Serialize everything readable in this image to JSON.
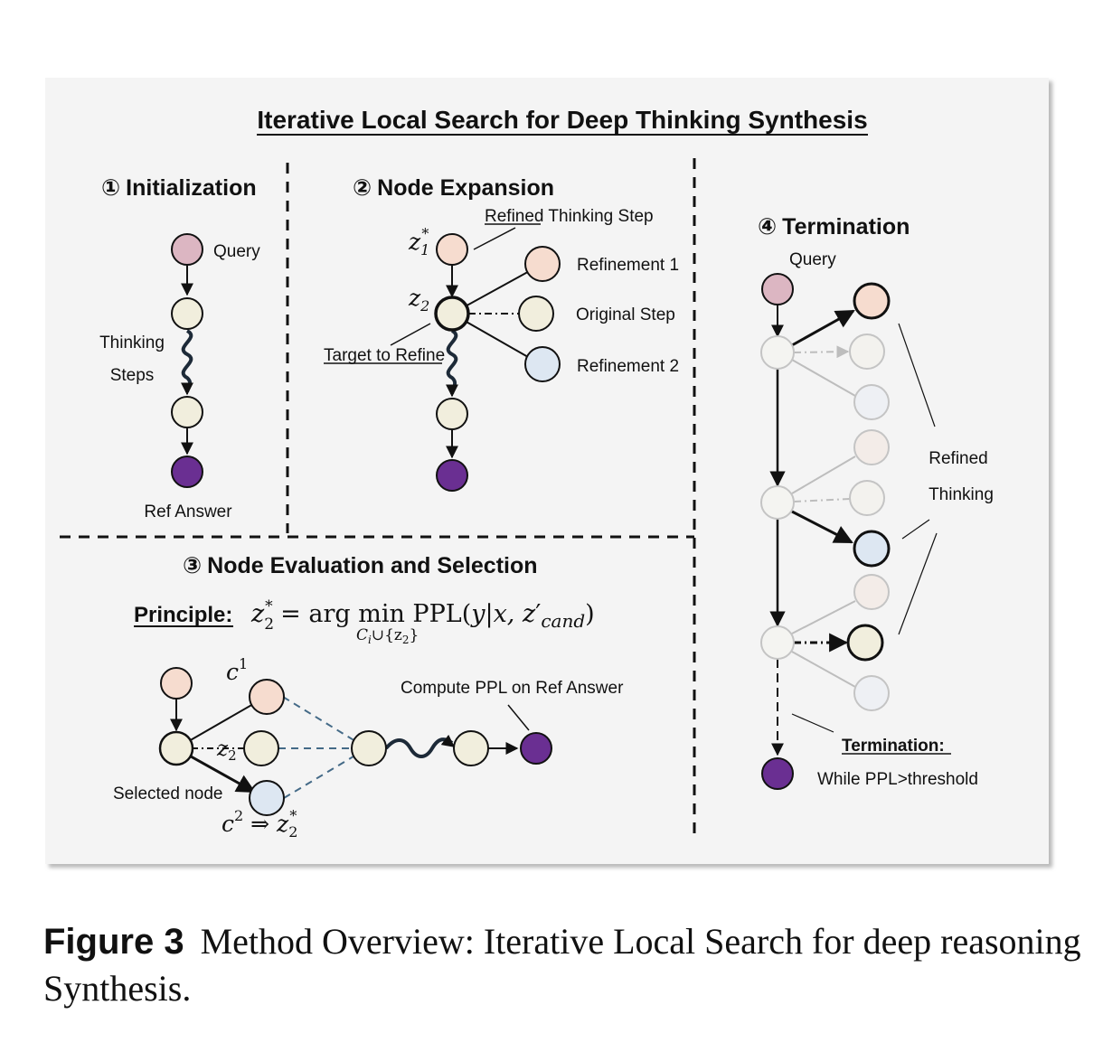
{
  "title": "Iterative Local Search for Deep Thinking Synthesis",
  "sections": {
    "s1": {
      "num": "①",
      "label": "Initialization"
    },
    "s2": {
      "num": "②",
      "label": "Node Expansion"
    },
    "s3": {
      "num": "③",
      "label": "Node Evaluation and Selection"
    },
    "s4": {
      "num": "④",
      "label": "Termination"
    }
  },
  "init": {
    "query": "Query",
    "thinking": "Thinking",
    "steps": "Steps",
    "ref_answer": "Ref Answer"
  },
  "expansion": {
    "refined_word": "Refined",
    "thinking_step": " Thinking Step",
    "z1_base": "z",
    "z1_sub": "1",
    "z1_sup": "*",
    "z2_base": "z",
    "z2_sub": "2",
    "refinement1": "Refinement 1",
    "original_step": "Original Step",
    "refinement2": "Refinement 2",
    "target_to_refine": "Target to Refine"
  },
  "evaluation": {
    "principle_label": "Principle:",
    "formula_lhs": "z",
    "formula_lhs_sub": "2",
    "formula_lhs_sup": "*",
    "formula_eq": " =  arg min PPL(",
    "formula_args": "y|x, z",
    "formula_prime": "′",
    "formula_cand": "cand",
    "formula_close": ")",
    "formula_under": "C",
    "formula_under_i": "i",
    "formula_under_rest": "∪{z",
    "formula_under_sub": "2",
    "formula_under_close": "}",
    "c1_base": "c",
    "c1_sup": "1",
    "z2_base": "z",
    "z2_sub": "2",
    "c2_text": "c",
    "c2_sup": "2",
    "c2_arrow": " ⇒ z",
    "c2_sub": "2",
    "c2_star": "*",
    "selected_node": "Selected node",
    "compute_ppl": "Compute PPL on Ref Answer"
  },
  "termination": {
    "query": "Query",
    "refined": "Refined",
    "thinking": "Thinking",
    "termination_label": "Termination:",
    "condition": "While PPL>threshold"
  },
  "caption": {
    "figure_label": "Figure 3",
    "text": "Method Overview: Iterative Local Search for deep reasoning Synthesis."
  },
  "colors": {
    "query": "#dcb6c2",
    "step": "#f1eedd",
    "refine1": "#f6dccf",
    "refine2": "#dde7f2",
    "answer": "#6a2f92",
    "panel": "#f4f4f4",
    "dashed_eval": "#446a87"
  }
}
